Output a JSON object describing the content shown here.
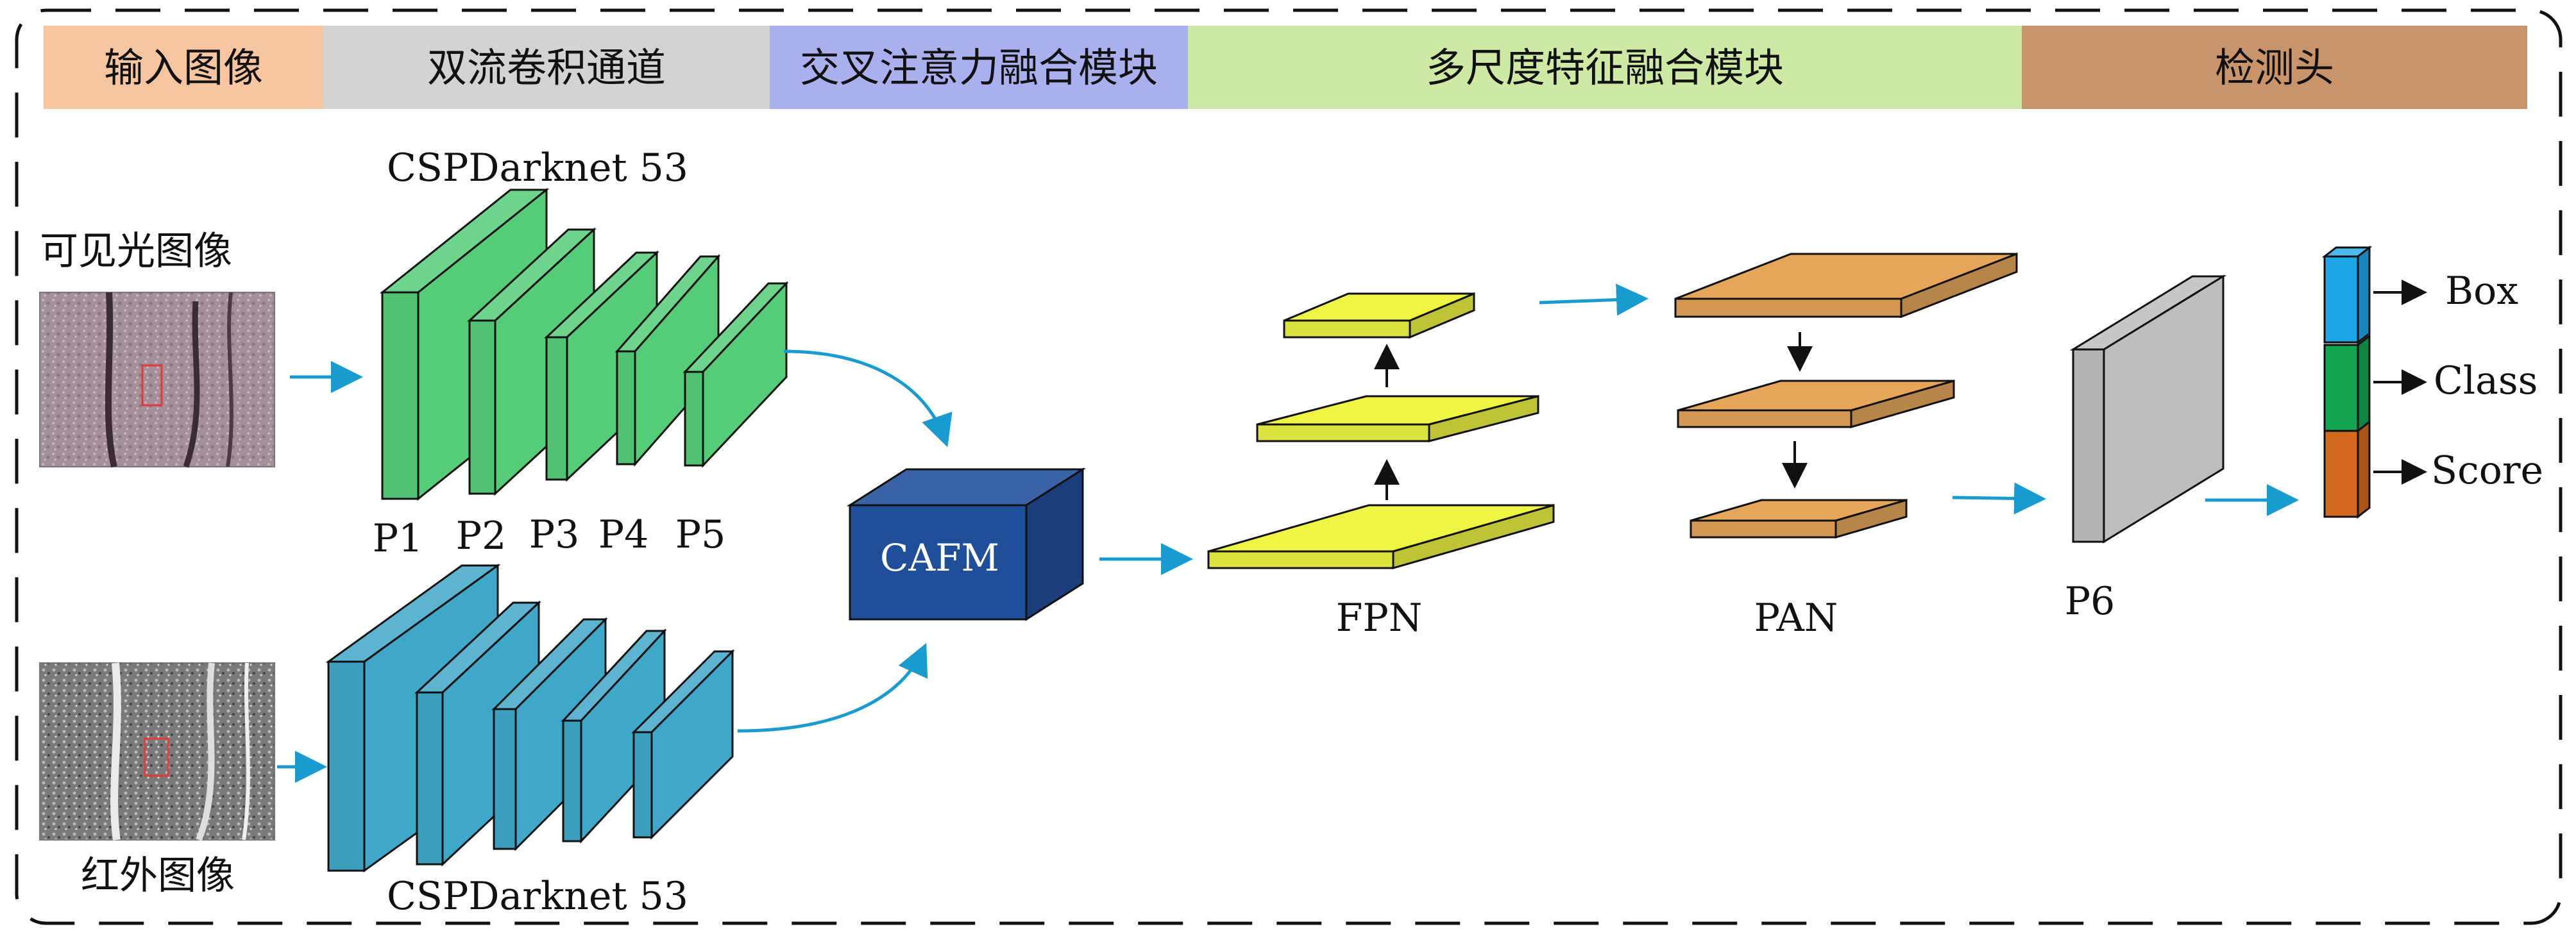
{
  "stages": [
    {
      "label": "输入图像",
      "color": "#F7C59F"
    },
    {
      "label": "双流卷积通道",
      "color": "#D3D3D3"
    },
    {
      "label": "交叉注意力融合模块",
      "color": "#AAB0EE"
    },
    {
      "label": "多尺度特征融合模块",
      "color": "#CDE9A4"
    },
    {
      "label": "检测头",
      "color": "#C9946A"
    }
  ],
  "inputs": {
    "visible_label": "可见光图像",
    "infrared_label": "红外图像"
  },
  "backbone": {
    "top_title": "CSPDarknet 53",
    "bottom_title": "CSPDarknet 53",
    "levels": [
      "P1",
      "P2",
      "P3",
      "P4",
      "P5"
    ],
    "top_color": "#55CC77",
    "bottom_color": "#3FA7C8"
  },
  "fusion": {
    "label": "CAFM",
    "color": "#1F4E9A"
  },
  "neck": {
    "fpn_label": "FPN",
    "pan_label": "PAN",
    "fpn_color": "#EEF542",
    "pan_color": "#E5A65A"
  },
  "p6_label": "P6",
  "head": {
    "outputs": [
      "Box",
      "Class",
      "Score"
    ],
    "colors": [
      "#1EA7E8",
      "#13A550",
      "#D2691E"
    ]
  },
  "colors": {
    "arrow": "#1A9BD0",
    "edge": "#111111"
  }
}
